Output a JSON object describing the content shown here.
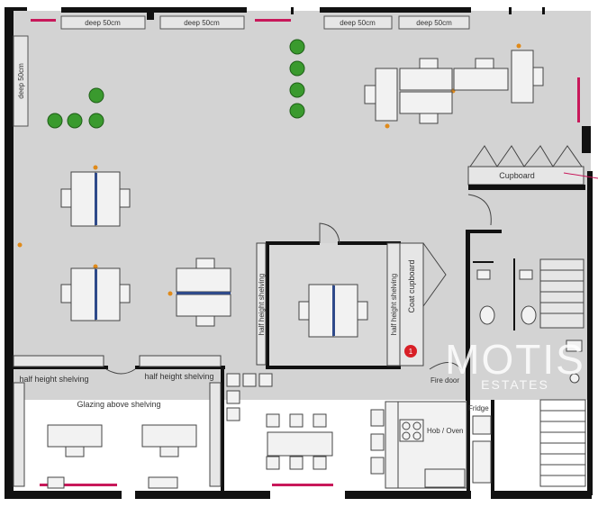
{
  "plan": {
    "labels": {
      "deep_1": "deep 50cm",
      "deep_2": "deep 50cm",
      "deep_3": "deep 50cm",
      "deep_4": "deep 50cm",
      "deep_left": "deep 50cm",
      "cupboard": "Cupboard",
      "coat_cupboard": "Coat cupboard",
      "half_height_vertical_1": "half height shelving",
      "half_height_vertical_2": "half height shelving",
      "half_height_1": "half height shelving",
      "half_height_2": "half height shelving",
      "glazing": "Glazing above shelving",
      "fire_door": "Fire door",
      "fridge": "Fridge",
      "hob_oven": "Hob / Oven",
      "fire_extinguisher": "1"
    },
    "watermark": {
      "brand": "MOTIS",
      "sub": "ESTATES"
    },
    "colors": {
      "floor": "#d3d3d3",
      "wall": "#111111",
      "glazing": "#c8185a",
      "plant": "#3a9a2e",
      "marker": "#e08a1a",
      "divider": "#2f4a8a",
      "extinguisher": "#d81f26"
    }
  }
}
